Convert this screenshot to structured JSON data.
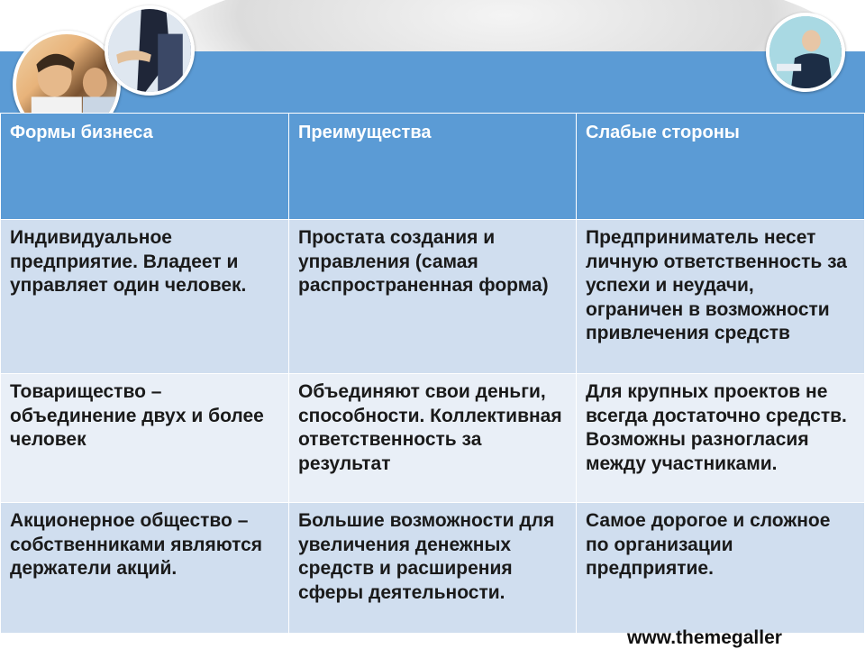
{
  "header": {
    "columns": [
      "Формы бизнеса",
      "Преимущества",
      "Слабые стороны"
    ]
  },
  "rows": [
    {
      "form": "Индивидуальное предприятие. Владеет и управляет один человек.",
      "advantages": "Простата создания и управления (самая распространенная форма)",
      "weaknesses": "Предприниматель несет личную ответственность за успехи и неудачи, ограничен в возможности привлечения средств"
    },
    {
      "form": "Товарищество – объединение двух и более человек",
      "advantages": "Объединяют свои деньги, способности. Коллективная ответственность за результат",
      "weaknesses": "Для крупных проектов не всегда достаточно средств. Возможны разногласия между участниками."
    },
    {
      "form": "Акционерное общество –собственниками являются держатели акций.",
      "advantages": "Большие возможности для увеличения денежных средств и расширения сферы деятельности.",
      "weaknesses": "Самое дорогое и сложное по организации предприятие."
    }
  ],
  "footer": {
    "url": "www.themegaller"
  },
  "colors": {
    "header_blue": "#5b9bd5",
    "row_dark": "#d0deef",
    "row_light": "#e9eff7"
  },
  "icons": [
    "business-people-photo",
    "handshake-photo",
    "businessman-photo"
  ]
}
